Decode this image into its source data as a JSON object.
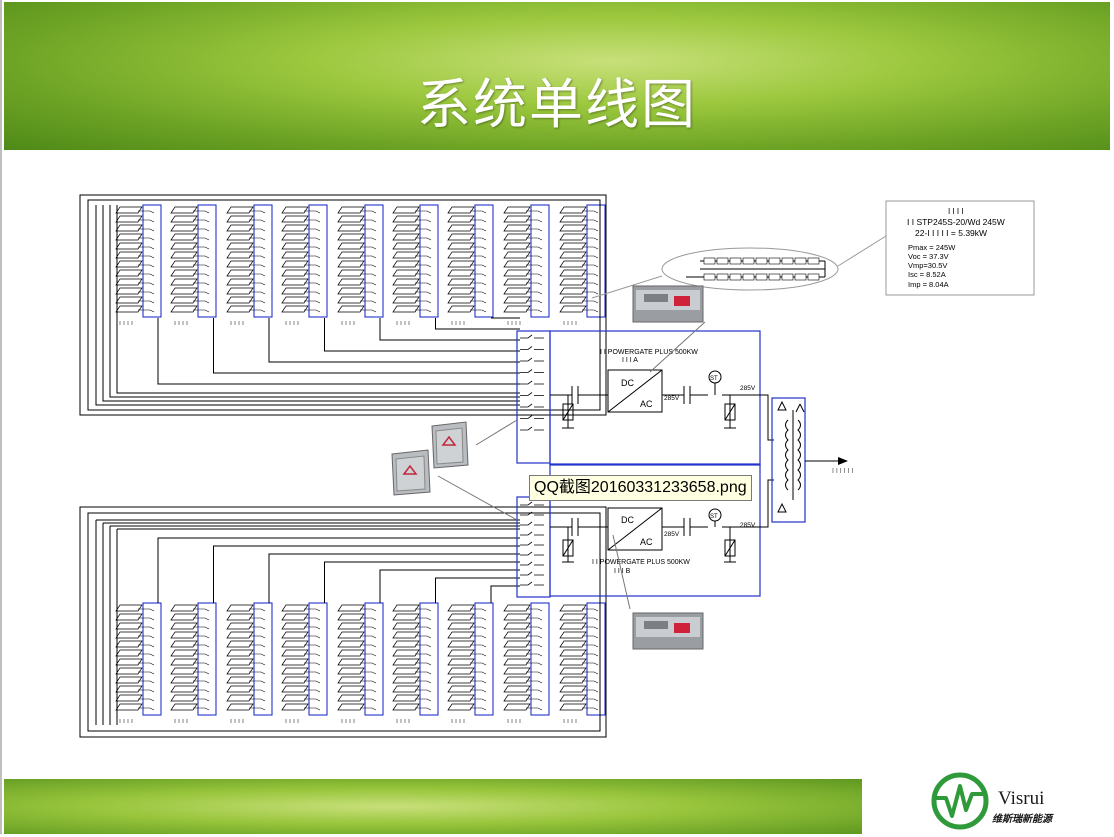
{
  "title": "系统单线图",
  "module_spec": {
    "header": "I I I I",
    "model": "I I  STP245S-20/Wd 245W",
    "string": "22-I I I I I  = 5.39kW",
    "pmax": "Pmax = 245W",
    "voc": "Voc = 37.3V",
    "vmp": "Vmp=30.5V",
    "isc": "Isc = 8.52A",
    "imp": "Imp = 8.04A"
  },
  "inverter_a": {
    "name": "I I   POWERGATE PLUS 500KW",
    "sub": "I I I  A",
    "dc": "DC",
    "ac": "AC",
    "v_dc": "285V",
    "v_ac": "285V",
    "st": "ST"
  },
  "inverter_b": {
    "name": "I I   POWERGATE PLUS 500KW",
    "sub": "I I I  B",
    "dc": "DC",
    "ac": "AC",
    "v_dc": "285V",
    "v_ac": "285V",
    "st": "ST"
  },
  "grid_label": "I I I I I I",
  "tooltip": "QQ截图20160331233658.png",
  "logo": {
    "name": "Visrui",
    "sub": "维斯瑞新能源"
  },
  "colors": {
    "frame_blue": "#2233cc",
    "banner_green": "#7fb52c"
  }
}
